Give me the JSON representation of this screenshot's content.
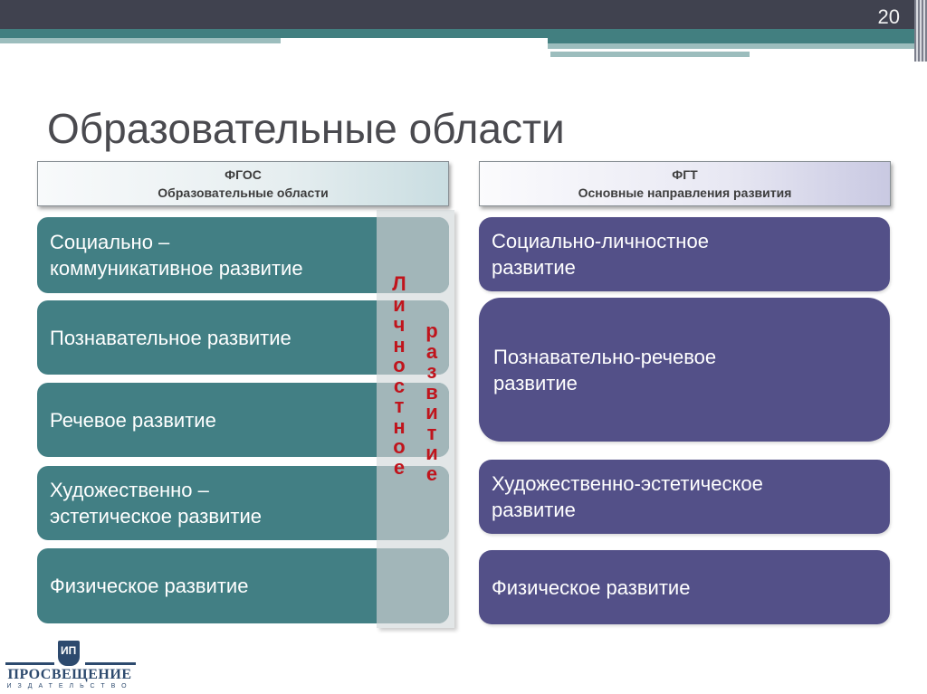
{
  "slide": {
    "page_number": "20",
    "title": "Образовательные области"
  },
  "left_column": {
    "header_line1": "ФГОС",
    "header_line2": "Образовательные области",
    "items": [
      {
        "line1": "Социально –",
        "line2": "коммуникативное развитие"
      },
      {
        "line1": "Познавательное развитие",
        "line2": ""
      },
      {
        "line1": "Речевое развитие",
        "line2": ""
      },
      {
        "line1": "Художественно –",
        "line2": "эстетическое развитие"
      },
      {
        "line1": "Физическое развитие",
        "line2": ""
      }
    ]
  },
  "overlay": {
    "word1": [
      "Л",
      "и",
      "ч",
      "н",
      "о",
      "с",
      "т",
      "н",
      "о",
      "е"
    ],
    "word2": [
      "р",
      "а",
      "з",
      "в",
      "и",
      "т",
      "и",
      "е"
    ],
    "word1_full": "Личностное",
    "word2_full": "развитие",
    "color": "#c0141c"
  },
  "right_column": {
    "header_line1": "ФГТ",
    "header_line2": "Основные направления развития",
    "items": [
      {
        "line1": "Социально-личностное",
        "line2": "развитие"
      },
      {
        "line1": "Познавательно-речевое",
        "line2": "развитие"
      },
      {
        "line1": "Художественно-эстетическое",
        "line2": "развитие"
      },
      {
        "line1": "Физическое развитие",
        "line2": ""
      }
    ]
  },
  "logo": {
    "mark": "ИП",
    "name": "ПРОСВЕЩЕНИЕ",
    "subtitle": "ИЗДАТЕЛЬСТВО"
  },
  "colors": {
    "header_dark": "#40424f",
    "header_teal": "#427f80",
    "left_box": "#427f84",
    "right_box": "#535088",
    "title_text": "#4a4a4f"
  }
}
